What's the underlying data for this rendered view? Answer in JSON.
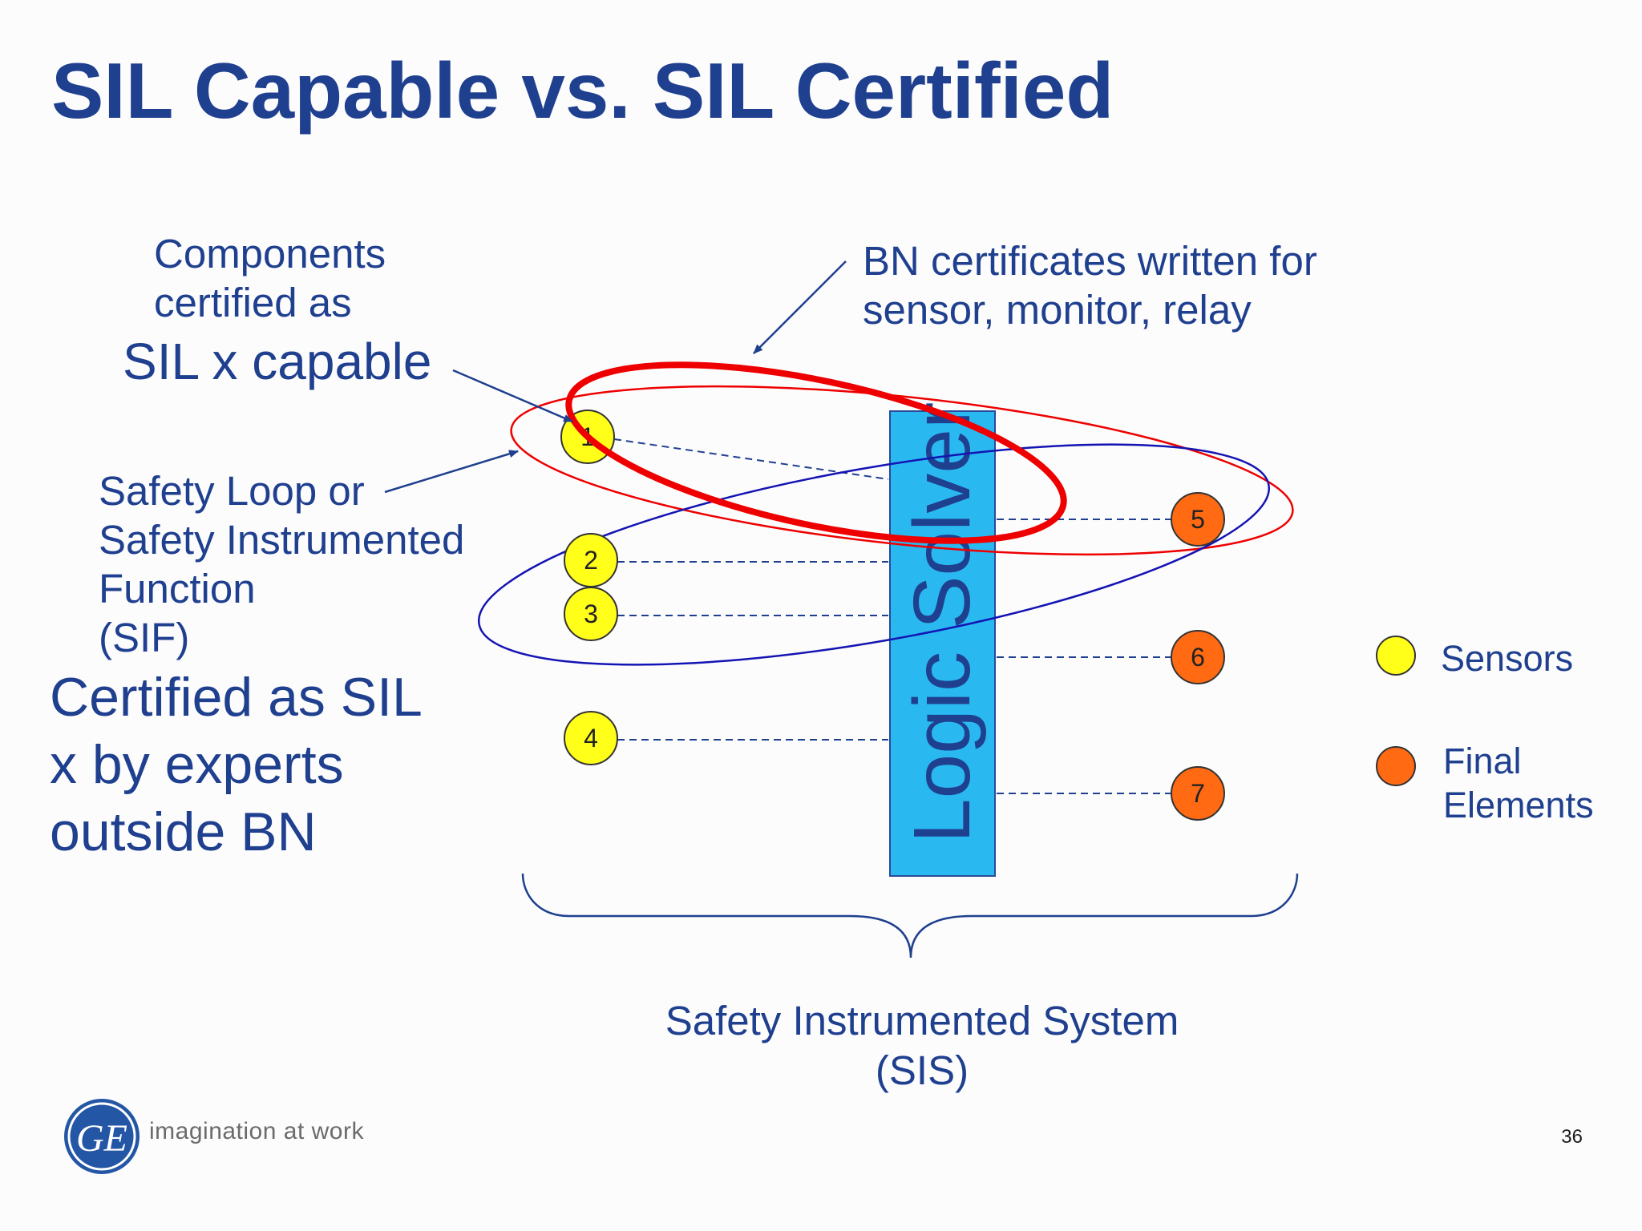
{
  "title": "SIL Capable vs. SIL Certified",
  "components_label": [
    "Components",
    "certified as"
  ],
  "sil_capable": "SIL x  capable",
  "bn_certificates": [
    "BN certificates written for",
    "sensor, monitor, relay"
  ],
  "safety_loop": [
    "Safety Loop or",
    "Safety Instrumented",
    "Function",
    "(SIF)"
  ],
  "certified_experts": [
    "Certified as SIL",
    "x by experts",
    "outside BN"
  ],
  "logic_solver": "Logic Solver",
  "sensors": [
    "1",
    "2",
    "3",
    "4"
  ],
  "final_elements": [
    "5",
    "6",
    "7"
  ],
  "legend": {
    "sensors": "Sensors",
    "final_elements": [
      "Final",
      "Elements"
    ]
  },
  "sis_label": [
    "Safety Instrumented System",
    "(SIS)"
  ],
  "footer": {
    "logo_text": "GE",
    "tagline": "imagination at work",
    "page_number": "36"
  },
  "colors": {
    "title": "#1f3f8f",
    "sensor": "#ffff1a",
    "final_element": "#ff6a13",
    "logic_solver": "#29b9f0",
    "red_ellipse": "#ee0000",
    "blue_ellipse": "#1414b4"
  }
}
